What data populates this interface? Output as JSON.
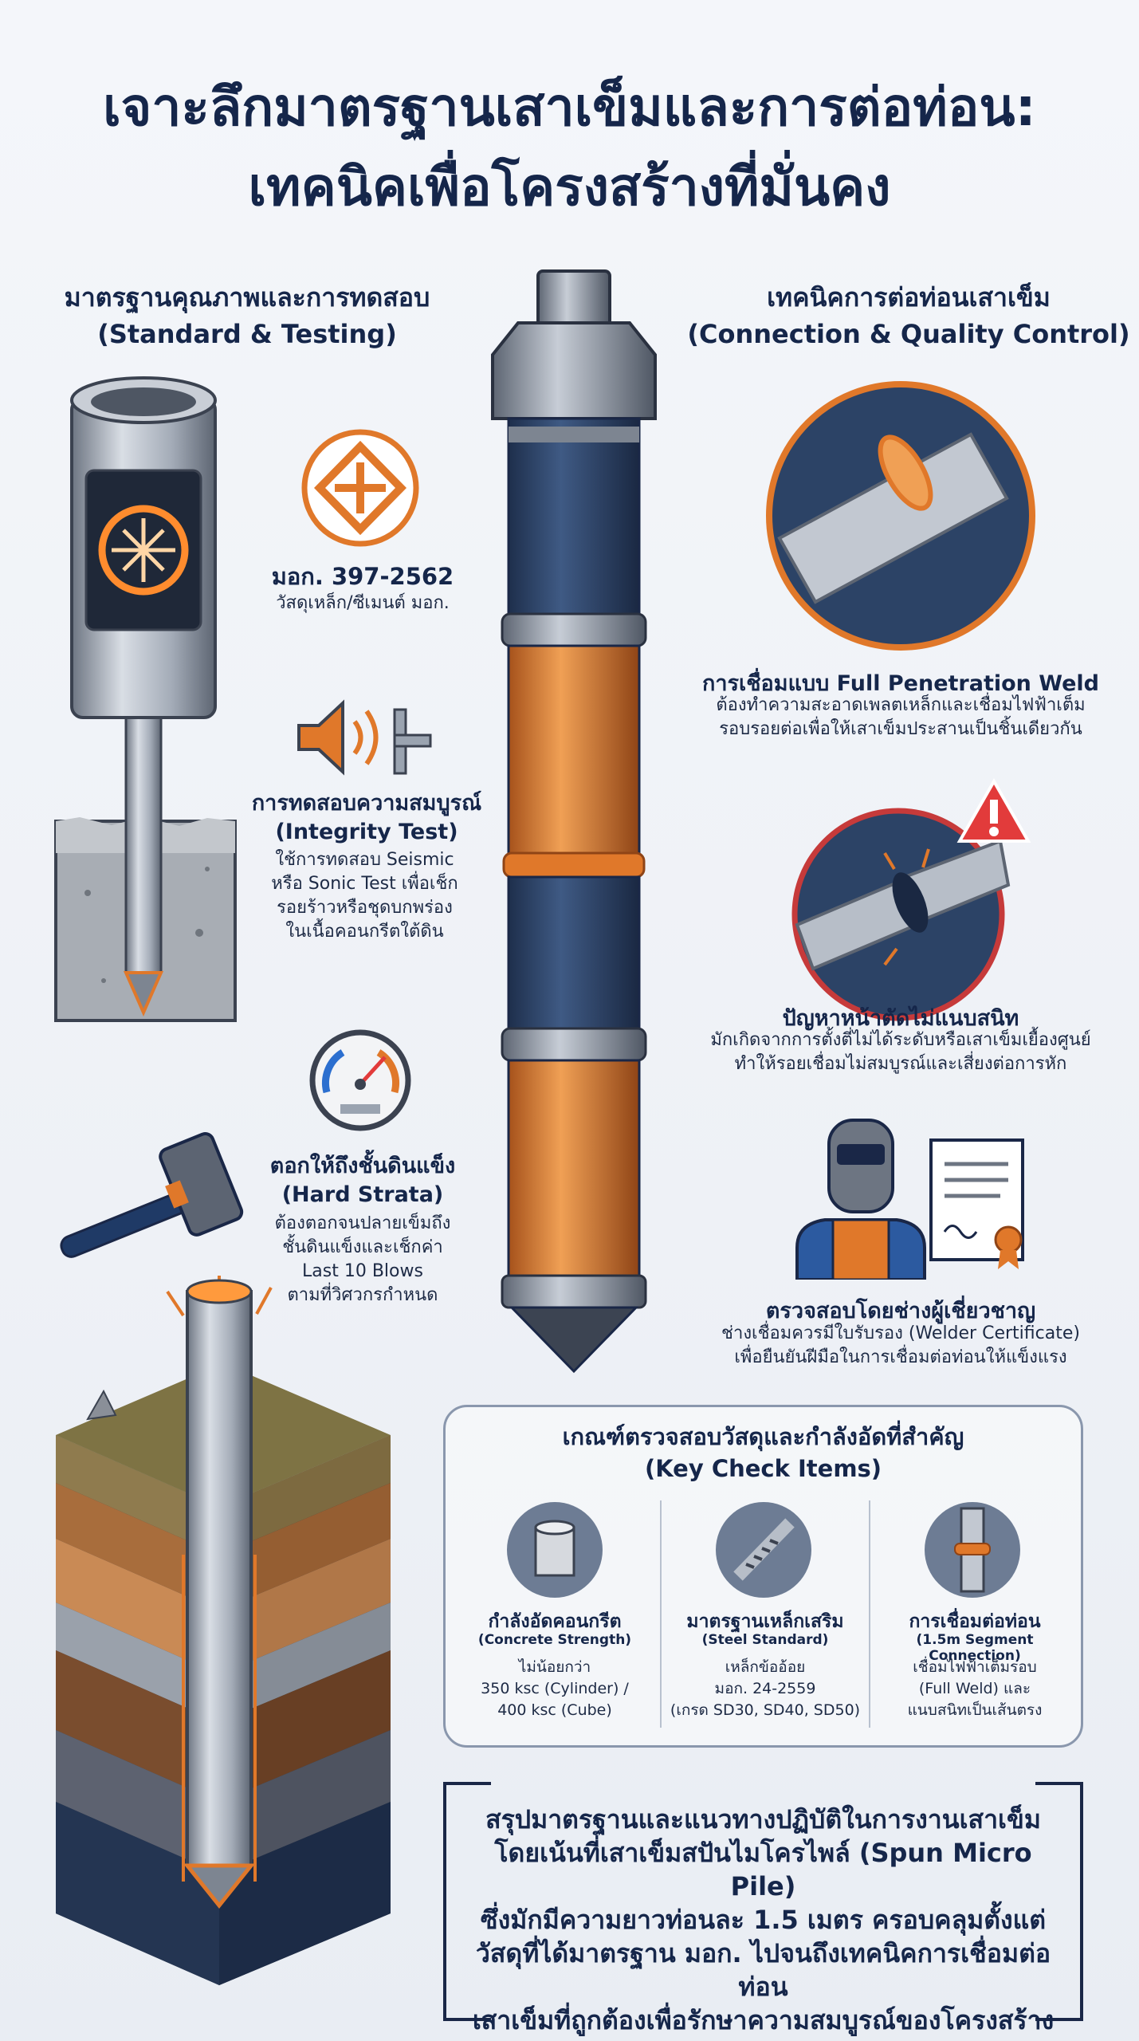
{
  "title": {
    "line1": "เจาะลึกมาตรฐานเสาเข็มและการต่อท่อน:",
    "line2": "เทคนิคเพื่อโครงสร้างที่มั่นคง"
  },
  "left_section": {
    "heading_th": "มาตรฐานคุณภาพและการทดสอบ",
    "heading_en": "(Standard & Testing)",
    "standard": {
      "title": "มอก. 397-2562",
      "desc": "วัสดุเหล็ก/ซีเมนต์ มอก."
    },
    "integrity": {
      "title_th": "การทดสอบความสมบูรณ์",
      "title_en": "(Integrity Test)",
      "lines": [
        "ใช้การทดสอบ Seismic",
        "หรือ Sonic Test เพื่อเช็ก",
        "รอยร้าวหรือชุดบกพร่อง",
        "ในเนื้อคอนกรีตใต้ดิน"
      ]
    },
    "hard_strata": {
      "title_th": "ตอกให้ถึงชั้นดินแข็ง",
      "title_en": "(Hard Strata)",
      "lines": [
        "ต้องตอกจนปลายเข็มถึง",
        "ชั้นดินแข็งและเช็กค่า",
        "Last 10 Blows",
        "ตามที่วิศวกรกำหนด"
      ]
    }
  },
  "right_section": {
    "heading_th": "เทคนิคการต่อท่อนเสาเข็ม",
    "heading_en": "(Connection & Quality Control)",
    "weld": {
      "title": "การเชื่อมแบบ Full Penetration Weld",
      "lines": [
        "ต้องทำความสะอาดเพลตเหล็กและเชื่อมไฟฟ้าเต็ม",
        "รอบรอยต่อเพื่อให้เสาเข็มประสานเป็นชิ้นเดียวกัน"
      ]
    },
    "problem": {
      "title": "ปัญหาหน้าตัดไม่แนบสนิท",
      "lines": [
        "มักเกิดจากการตั้งตี่ไม่ได้ระดับหรือเสาเข็มเยื้องศูนย์",
        "ทำให้รอยเชื่อมไม่สมบูรณ์และเสี่ยงต่อการหัก"
      ]
    },
    "expert": {
      "title": "ตรวจสอบโดยช่างผู้เชี่ยวชาญ",
      "lines": [
        "ช่างเชื่อมควรมีใบรับรอง (Welder Certificate)",
        "เพื่อยืนยันฝีมือในการเชื่อมต่อท่อนให้แข็งแรง"
      ]
    }
  },
  "check_panel": {
    "heading_th": "เกณฑ์ตรวจสอบวัสดุและกำลังอัดที่สำคัญ",
    "heading_en": "(Key Check Items)",
    "items": [
      {
        "title": "กำลังอัดคอนกรีต",
        "subtitle": "(Concrete Strength)",
        "lines": [
          "ไม่น้อยกว่า",
          "350 ksc (Cylinder) /",
          "400 ksc (Cube)"
        ]
      },
      {
        "title": "มาตรฐานเหล็กเสริม",
        "subtitle": "(Steel Standard)",
        "lines": [
          "เหล็กข้ออ้อย",
          "มอก. 24-2559",
          "(เกรด SD30, SD40, SD50)"
        ]
      },
      {
        "title": "การเชื่อมต่อท่อน",
        "subtitle": "(1.5m Segment Connection)",
        "lines": [
          "เชื่อมไฟฟ้าเต็มรอบ",
          "(Full Weld) และ",
          "แนบสนิทเป็นเส้นตรง"
        ]
      }
    ]
  },
  "summary": {
    "lines": [
      "สรุปมาตรฐานและแนวทางปฏิบัติในการงานเสาเข็ม",
      "โดยเน้นที่เสาเข็มสปันไมโครไพล์ (Spun Micro Pile)",
      "ซึ่งมักมีความยาวท่อนละ 1.5 เมตร ครอบคลุมตั้งแต่",
      "วัสดุที่ได้มาตรฐาน มอก. ไปจนถึงเทคนิคการเชื่อมต่อท่อน",
      "เสาเข็มที่ถูกต้องเพื่อรักษาความสมบูรณ์ของโครงสร้าง"
    ]
  },
  "colors": {
    "navy": "#15264a",
    "orange": "#e0782a",
    "steel": "#9aa3b0",
    "pile_blue": "#2c4366",
    "alert_red": "#e23b3b"
  },
  "icons": [
    "standard-mark-icon",
    "sound-wave-icon",
    "gauge-icon",
    "hammer-icon",
    "warning-icon",
    "welder-icon",
    "certificate-icon"
  ]
}
